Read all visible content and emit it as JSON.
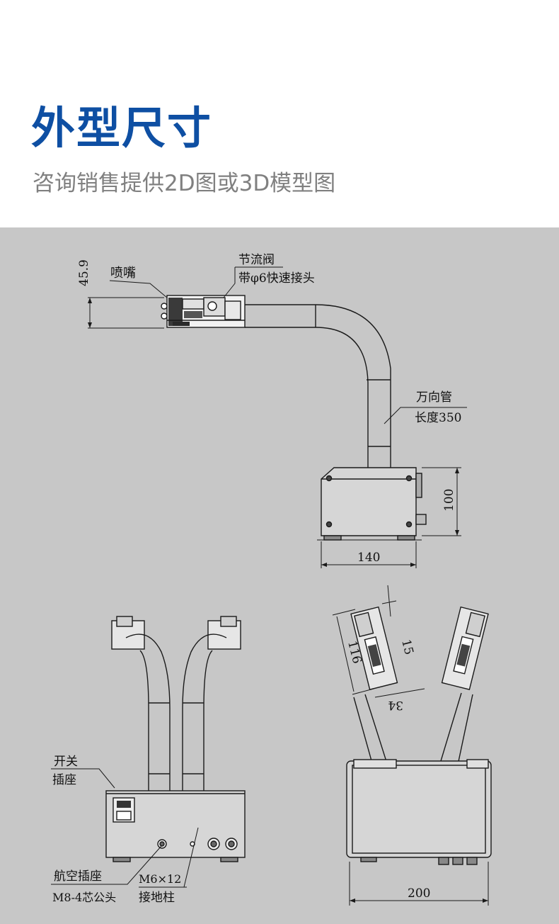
{
  "header": {
    "title": "外型尺寸",
    "subtitle": "咨询销售提供2D图或3D模型图"
  },
  "side_view": {
    "height_dim": "45.9",
    "nozzle_label": "喷嘴",
    "valve_label_1": "节流阀",
    "valve_label_2": "带φ6快速接头",
    "hose_label_1": "万向管",
    "hose_label_2": "长度350",
    "box_height_dim": "100",
    "box_width_dim": "140"
  },
  "back_view": {
    "switch_label_1": "开关",
    "switch_label_2": "插座",
    "aviation_label_1": "航空插座",
    "aviation_label_2": "M8-4芯公头",
    "ground_label_1": "M6×12",
    "ground_label_2": "接地柱"
  },
  "front_view": {
    "nozzle_length_dim": "116",
    "nozzle_width_dim": "15",
    "nozzle_depth_dim": "34",
    "box_width_dim": "200"
  },
  "colors": {
    "title": "#0e4fa3",
    "subtitle": "#808080",
    "drawing_bg": "#c7c7c7",
    "line": "#1a1a1a"
  }
}
